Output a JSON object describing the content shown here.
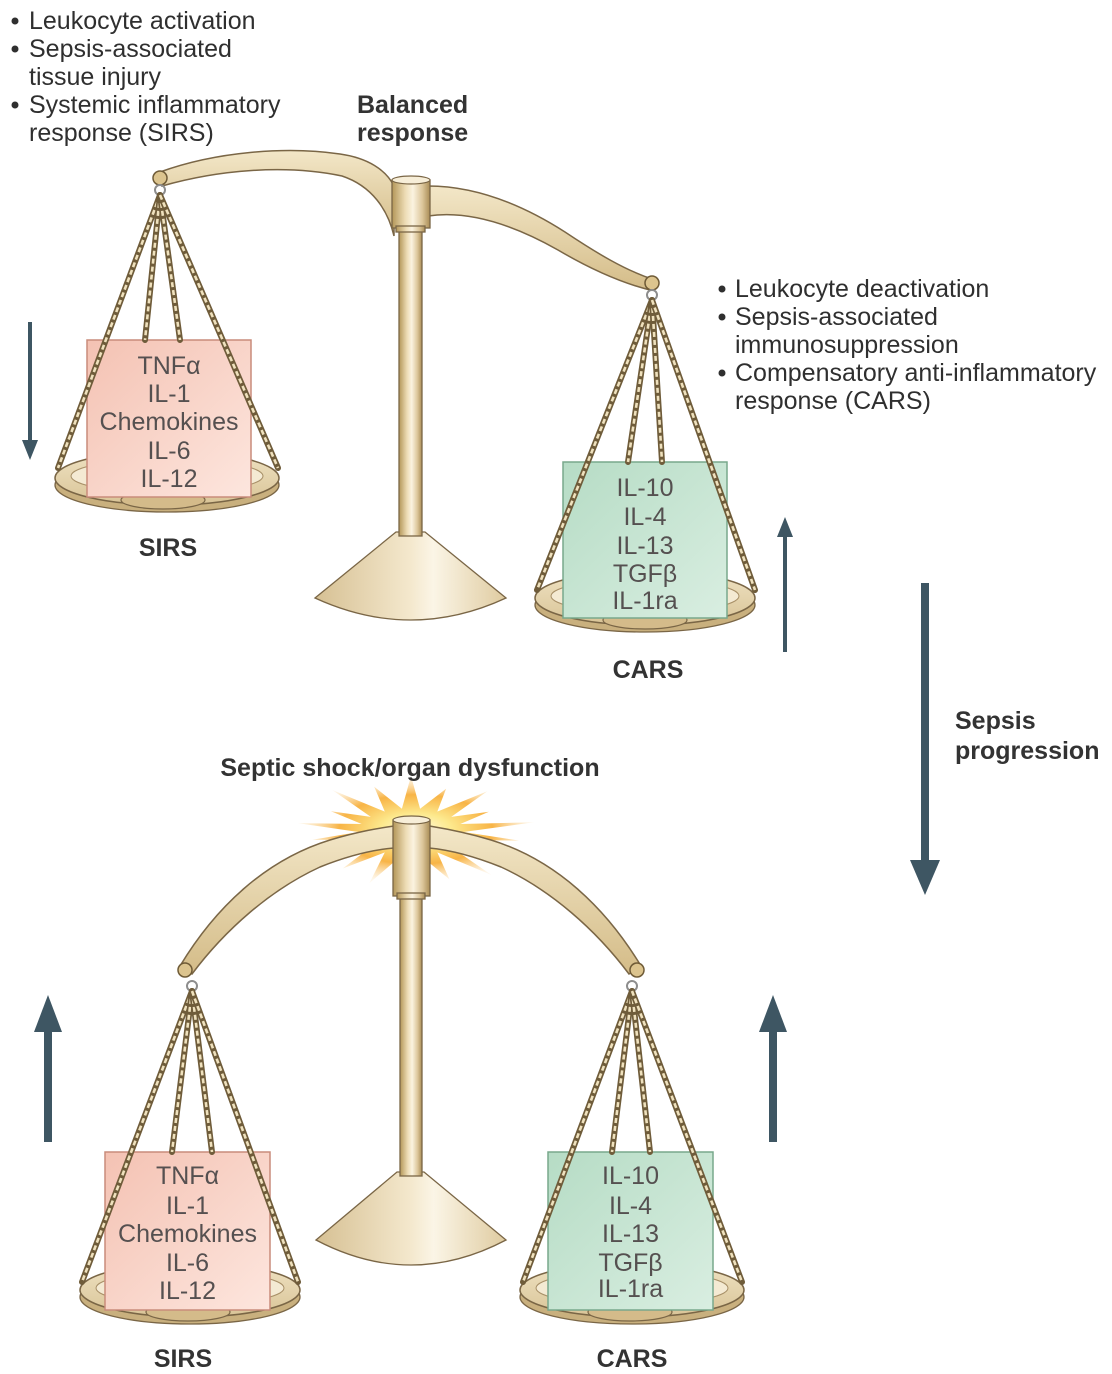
{
  "top_panel": {
    "title_lines": [
      "Balanced",
      "response"
    ],
    "left_bullets": [
      {
        "lines": [
          "Leukocyte activation"
        ]
      },
      {
        "lines": [
          "Sepsis-associated",
          "tissue injury"
        ]
      },
      {
        "lines": [
          "Systemic inflammatory",
          "response (SIRS)"
        ]
      }
    ],
    "right_bullets": [
      {
        "lines": [
          "Leukocyte deactivation"
        ]
      },
      {
        "lines": [
          "Sepsis-associated",
          "immunosuppression"
        ]
      },
      {
        "lines": [
          "Compensatory anti-inflammatory",
          "response (CARS)"
        ]
      }
    ],
    "left_pan": {
      "label": "SIRS",
      "mediators": [
        "TNFα",
        "IL-1",
        "Chemokines",
        "IL-6",
        "IL-12"
      ],
      "arrow_icon": "down-arrow-icon"
    },
    "right_pan": {
      "label": "CARS",
      "mediators": [
        "IL-10",
        "IL-4",
        "IL-13",
        "TGFβ",
        "IL-1ra"
      ],
      "arrow_icon": "up-arrow-icon"
    }
  },
  "progression": {
    "label_lines": [
      "Sepsis",
      "progression"
    ],
    "arrow_icon": "down-arrow-icon"
  },
  "bottom_panel": {
    "title": "Septic shock/organ dysfunction",
    "title_icon": "starburst-icon",
    "left_pan": {
      "label": "SIRS",
      "mediators": [
        "TNFα",
        "IL-1",
        "Chemokines",
        "IL-6",
        "IL-12"
      ],
      "arrow_icon": "up-arrow-icon"
    },
    "right_pan": {
      "label": "CARS",
      "mediators": [
        "IL-10",
        "IL-4",
        "IL-13",
        "TGFβ",
        "IL-1ra"
      ],
      "arrow_icon": "up-arrow-icon"
    }
  },
  "colors": {
    "sirs_box": "#f4c2b3",
    "sirs_border": "#c98c7b",
    "cars_box": "#b6dcc5",
    "cars_border": "#78a88c",
    "arrow": "#3e5663",
    "metal": "#dcc48e",
    "metal_dark": "#7a6646",
    "burst": "#f8b446"
  }
}
